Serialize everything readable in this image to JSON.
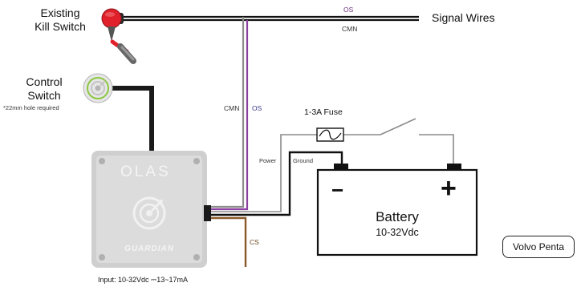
{
  "labels": {
    "kill_switch_line1": "Existing",
    "kill_switch_line2": "Kill Switch",
    "control_switch_line1": "Control",
    "control_switch_line2": "Switch",
    "hole_note": "*22mm hole required",
    "signal_wires": "Signal Wires",
    "os_top": "OS",
    "cmn_top": "CMN",
    "cmn_vertical": "CMN",
    "os_vertical": "OS",
    "fuse": "1-3A Fuse",
    "power": "Power",
    "ground": "Ground",
    "cs": "CS",
    "battery": "Battery",
    "battery_voltage": "10-32Vdc",
    "input": "Input:  10-32Vdc ⎓13~17mA",
    "volvo_penta": "Volvo Penta"
  },
  "device": {
    "brand": "OLAS",
    "model": "GUARDIAN"
  },
  "battery_terminals": {
    "negative": "−",
    "positive": "+"
  },
  "colors": {
    "os_wire": "#8b3fa0",
    "cmn_wire": "#777777",
    "cs_wire": "#8b5a2b",
    "power_wire": "#9a9a9a",
    "ground_wire": "#111111",
    "kill_switch_red": "#e0202a",
    "device_body": "#d4d4d4",
    "battery_terminal": "#111111"
  },
  "icons": {
    "kill_switch": "kill-switch-key-icon",
    "control_switch": "olas-control-switch-icon",
    "device_logo": "olas-target-logo-icon",
    "fuse": "fuse-icon",
    "relay_switch": "relay-switch-icon"
  }
}
